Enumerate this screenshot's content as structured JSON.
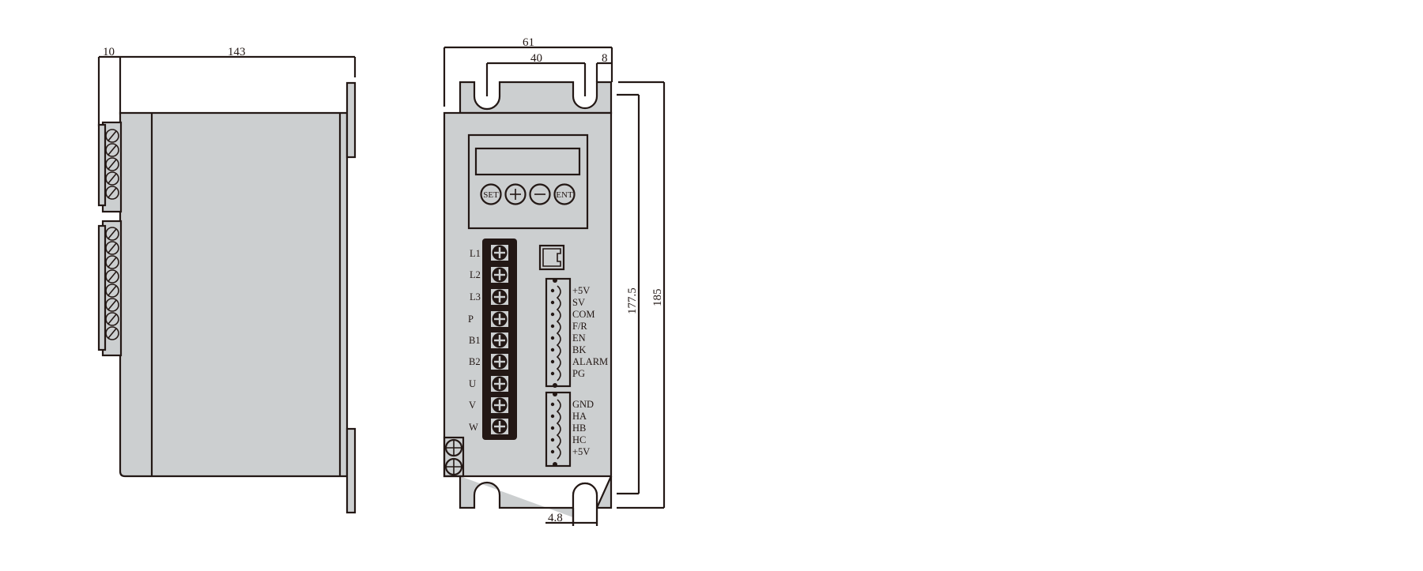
{
  "drawing": {
    "colors": {
      "line": "#231815",
      "body_fill": "#cccfd0",
      "background": "#ffffff"
    },
    "side_view": {
      "dimensions": {
        "connector_depth": "10",
        "body_depth": "143"
      }
    },
    "front_view": {
      "dimensions": {
        "total_width": "61",
        "mount_hole_spacing": "40",
        "edge_offset": "8",
        "hole_pitch_height": "177.5",
        "total_height": "185",
        "slot_width": "4.8"
      },
      "keypad": {
        "buttons": [
          {
            "label": "SET",
            "icon": "set-button"
          },
          {
            "label": "+",
            "icon": "plus-icon"
          },
          {
            "label": "−",
            "icon": "minus-icon"
          },
          {
            "label": "ENT",
            "icon": "enter-button"
          }
        ]
      },
      "power_terminals": [
        "L1",
        "L2",
        "L3",
        "P",
        "B1",
        "B2",
        "U",
        "V",
        "W"
      ],
      "control_connector": [
        "+5V",
        "SV",
        "COM",
        "F/R",
        "EN",
        "BK",
        "ALARM",
        "PG"
      ],
      "hall_connector": [
        "GND",
        "HA",
        "HB",
        "HC",
        "+5V"
      ],
      "comm_port": {
        "icon": "rj45-port-icon"
      },
      "ground_terminal": {
        "icon": "ground-screw-icon"
      }
    }
  }
}
